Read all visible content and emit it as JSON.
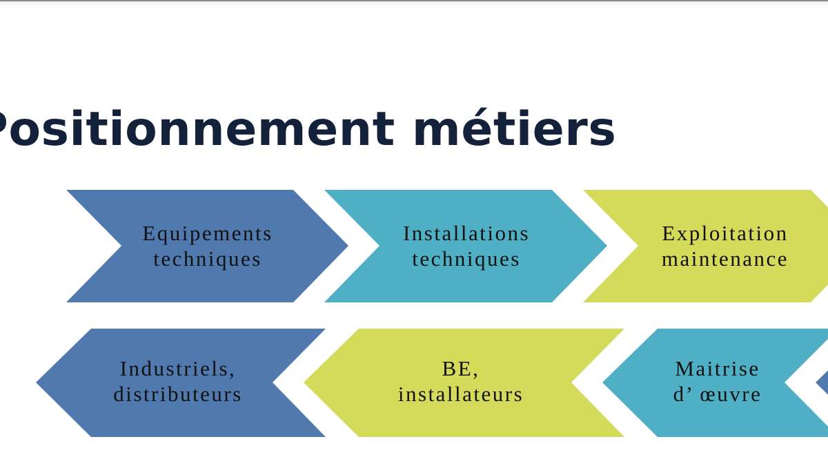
{
  "slide": {
    "title": "Positionnement métiers",
    "colors": {
      "blue": "#5079AE",
      "teal": "#4FAFC4",
      "lime": "#D4DA5A",
      "title": "#14213A"
    },
    "row1": [
      {
        "line1": "Equipements",
        "line2": "techniques"
      },
      {
        "line1": "Installations",
        "line2": "techniques"
      },
      {
        "line1": "Exploitation",
        "line2": "maintenance"
      }
    ],
    "row2": [
      {
        "line1": "Industriels,",
        "line2": "distributeurs"
      },
      {
        "line1": "BE,",
        "line2": "installateurs"
      },
      {
        "line1": "Maitrise",
        "line2": "d’ œuvre"
      }
    ]
  }
}
